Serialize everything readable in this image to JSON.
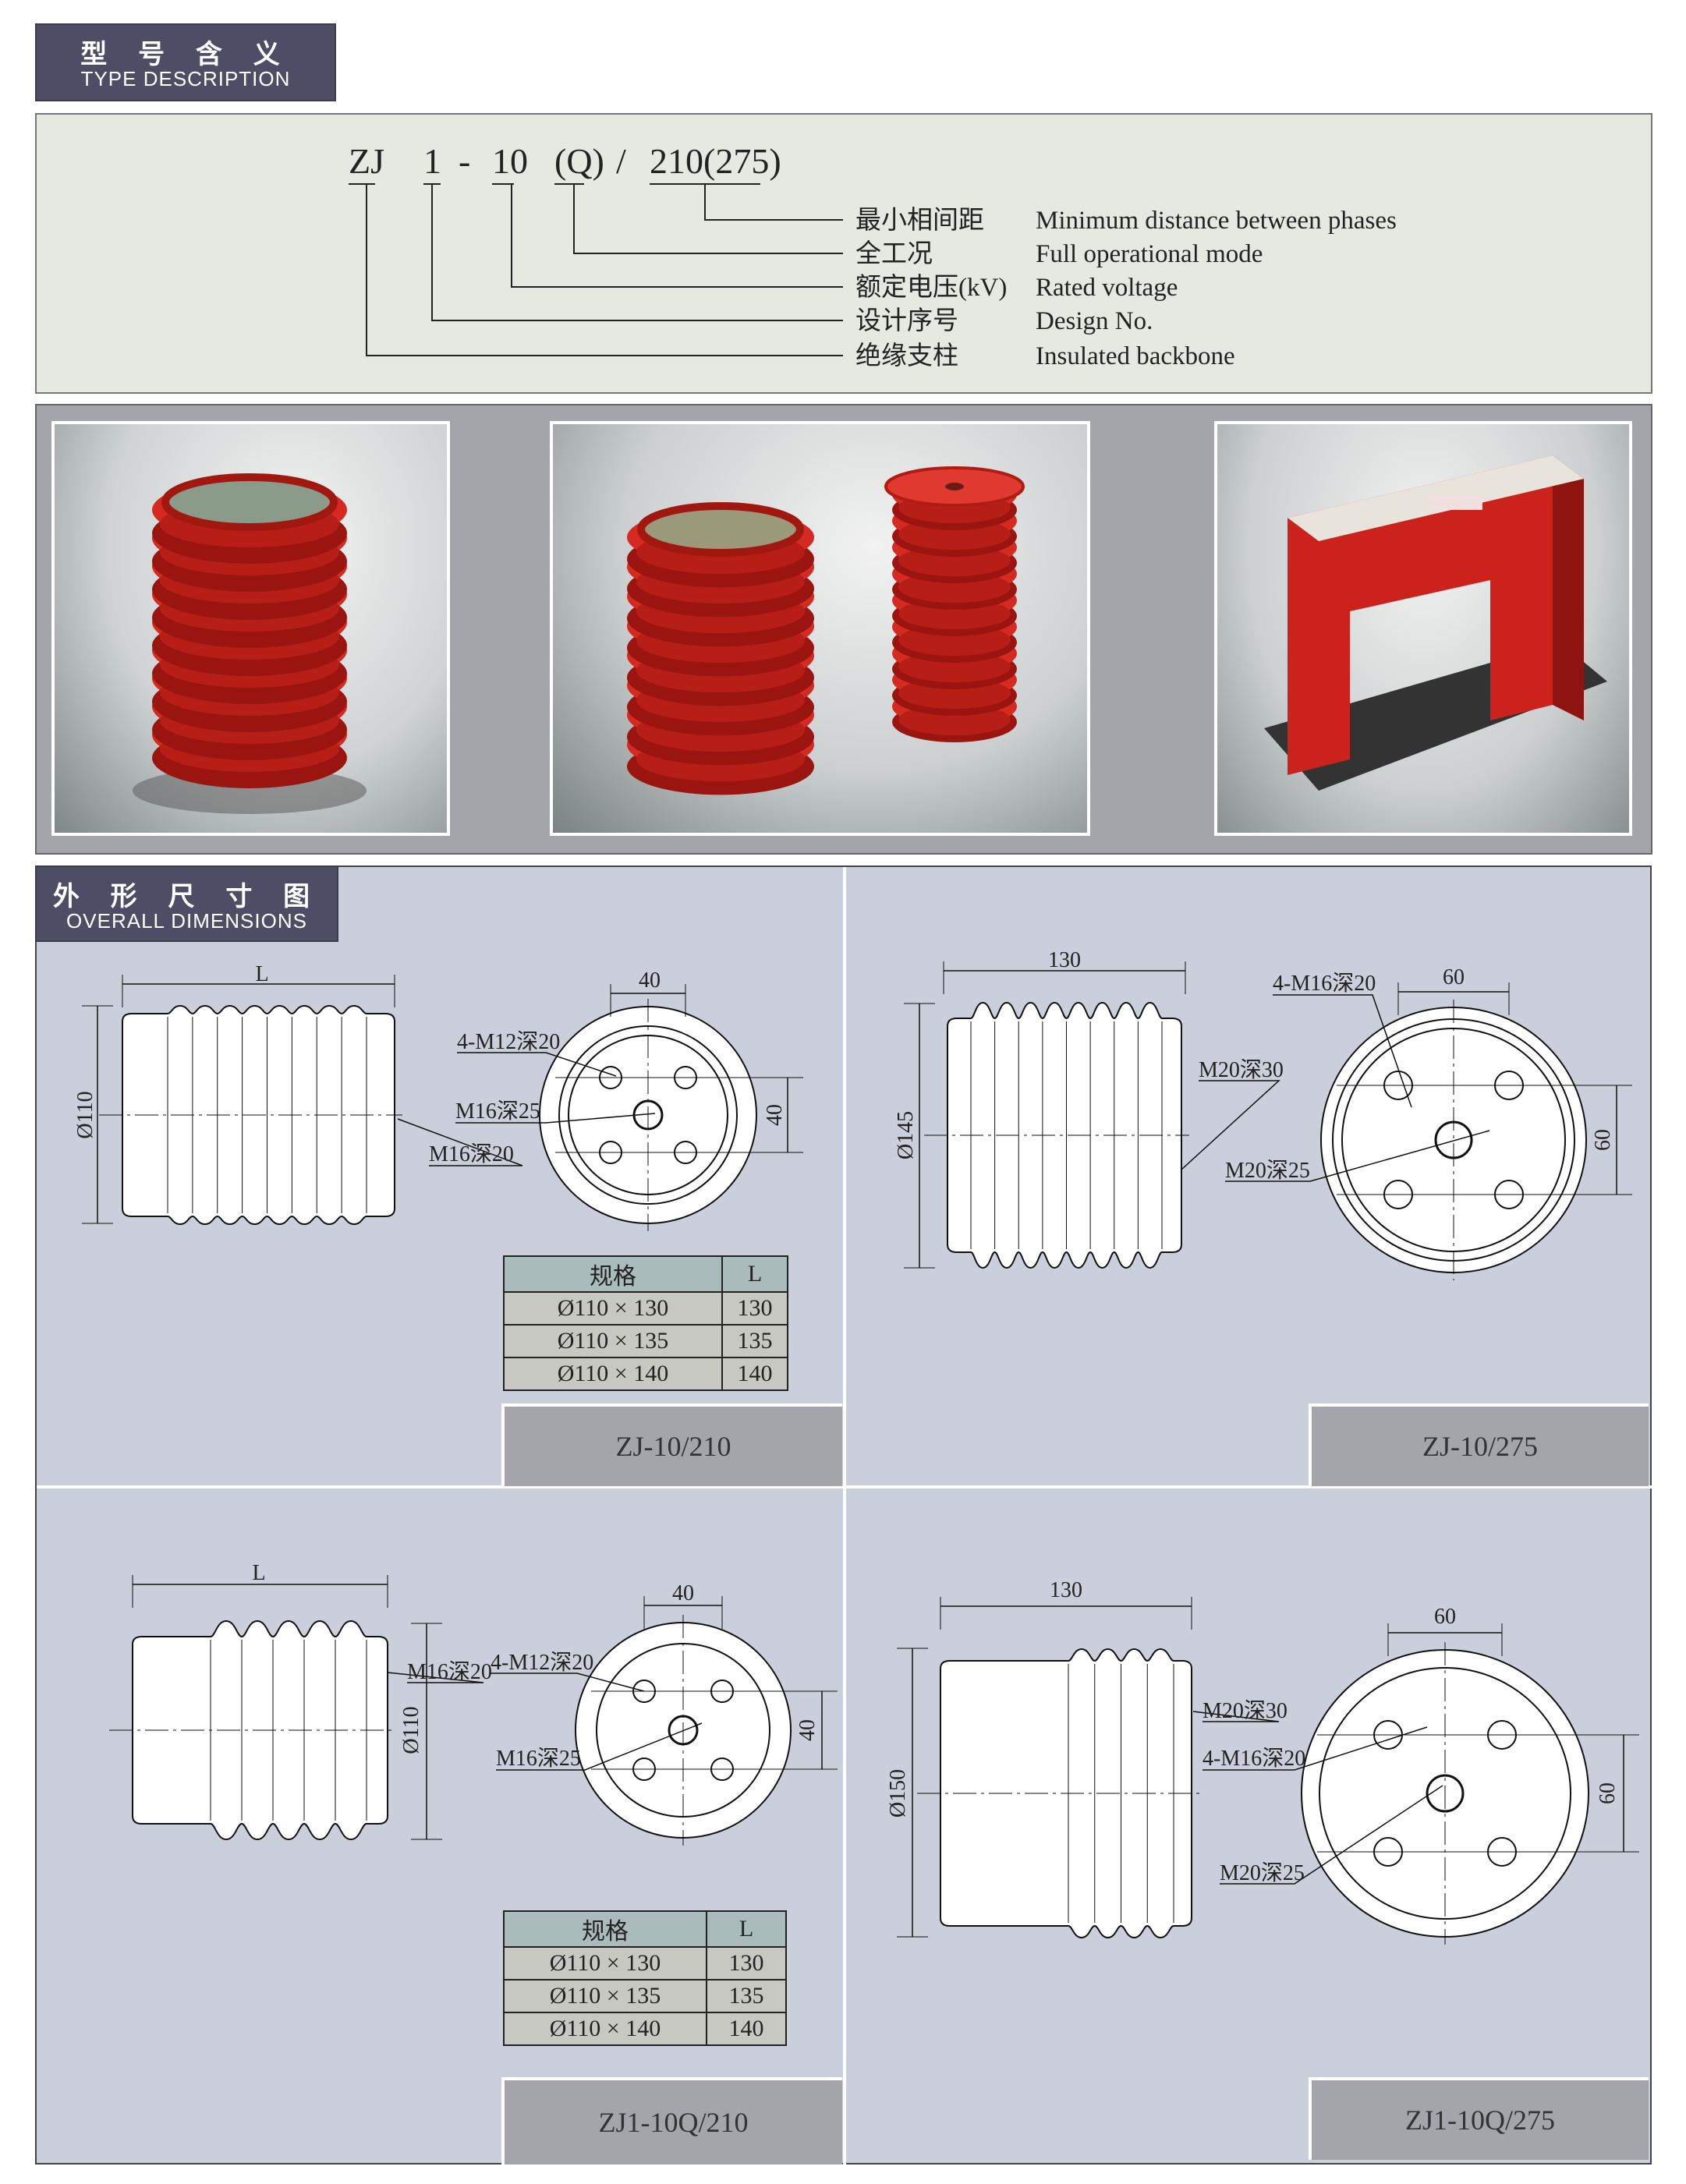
{
  "type_section": {
    "title_cn": "型 号 含 义",
    "title_en": "TYPE DESCRIPTION",
    "code_parts": [
      "ZJ",
      "1",
      "-",
      "10",
      "(Q)",
      "/",
      "210(275)"
    ],
    "meanings": [
      {
        "cn": "最小相间距",
        "en": "Minimum distance between phases"
      },
      {
        "cn": "全工况",
        "en": "Full operational mode"
      },
      {
        "cn": "额定电压(kV)",
        "en": "Rated voltage"
      },
      {
        "cn": "设计序号",
        "en": "Design No."
      },
      {
        "cn": "绝缘支柱",
        "en": "Insulated backbone"
      }
    ]
  },
  "dims_section": {
    "title_cn": "外 形 尺 寸 图",
    "title_en": "OVERALL DIMENSIONS"
  },
  "colors": {
    "insulator_red": "#d42a22",
    "panel": "#cbcfdc",
    "tag": "#4e4d66"
  },
  "quadrants": [
    {
      "model": "ZJ-10/210",
      "length_label": "L",
      "diameter": "Ø110",
      "top_dim": "40",
      "side_dim": "40",
      "callouts": [
        "4-M12深20",
        "M16深25",
        "M16深20"
      ],
      "table": {
        "headers": [
          "规格",
          "L"
        ],
        "rows": [
          [
            "Ø110 × 130",
            "130"
          ],
          [
            "Ø110 × 135",
            "135"
          ],
          [
            "Ø110 × 140",
            "140"
          ]
        ]
      }
    },
    {
      "model": "ZJ-10/275",
      "length_label": "130",
      "diameter": "Ø145",
      "top_dim": "60",
      "side_dim": "60",
      "callouts": [
        "4-M16深20",
        "M20深30",
        "M20深25"
      ]
    },
    {
      "model": "ZJ1-10Q/210",
      "length_label": "L",
      "diameter": "Ø110",
      "top_dim": "40",
      "side_dim": "40",
      "callouts": [
        "4-M12深20",
        "M16深20",
        "M16深25"
      ],
      "table": {
        "headers": [
          "规格",
          "L"
        ],
        "rows": [
          [
            "Ø110 × 130",
            "130"
          ],
          [
            "Ø110 × 135",
            "135"
          ],
          [
            "Ø110 × 140",
            "140"
          ]
        ]
      }
    },
    {
      "model": "ZJ1-10Q/275",
      "length_label": "130",
      "diameter": "Ø150",
      "top_dim": "60",
      "side_dim": "60",
      "callouts": [
        "M20深30",
        "4-M16深20",
        "M20深25"
      ]
    }
  ]
}
